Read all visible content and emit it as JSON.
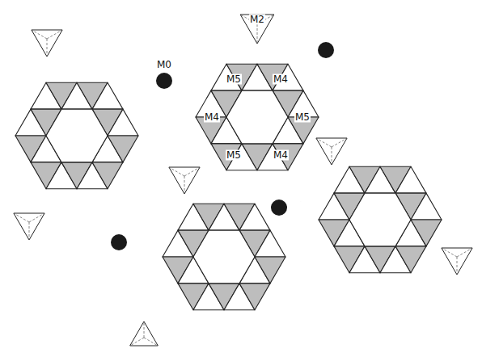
{
  "diagram": {
    "labels": [
      "M2",
      "M0",
      "M5",
      "M4",
      "M4",
      "M5",
      "M5",
      "M4"
    ]
  }
}
